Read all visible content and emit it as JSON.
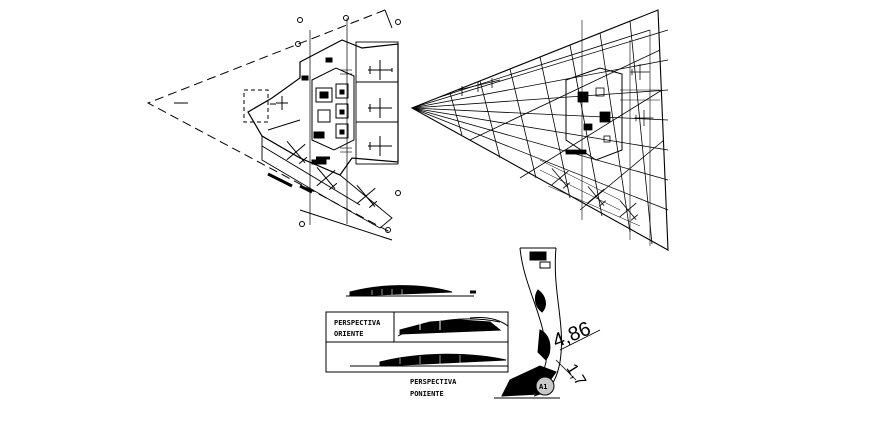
{
  "labels": {
    "perspective_1_line1": "PERSPECTIVA",
    "perspective_1_line2": "ORIENTE",
    "perspective_2_line1": "PERSPECTIVA",
    "perspective_2_line2": "PONIENTE",
    "dimension_major": "4,86",
    "dimension_minor": "1,7",
    "sheet_marker": "A1"
  },
  "colors": {
    "ink": "#000000",
    "paper": "#ffffff",
    "marker": "#c8c8c8"
  }
}
